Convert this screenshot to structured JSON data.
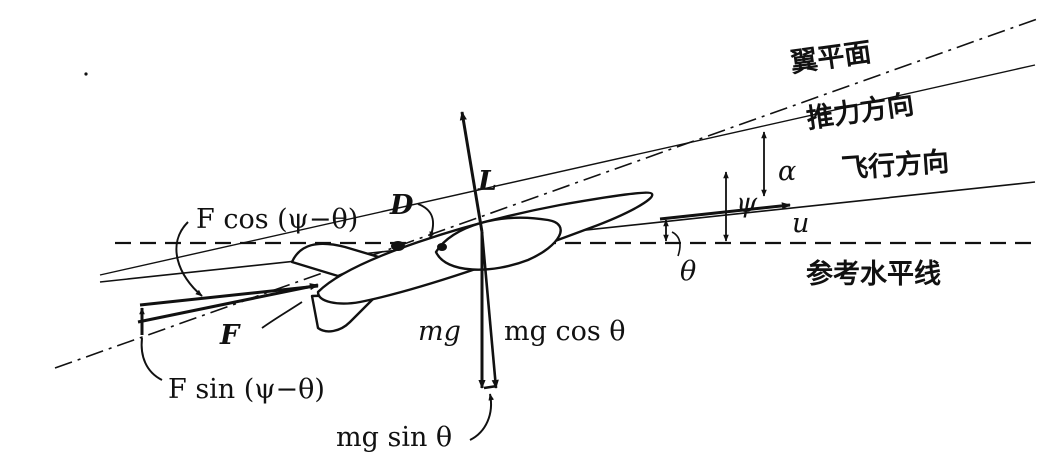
{
  "labels": {
    "wing_plane": "翼平面",
    "thrust_direction": "推力方向",
    "flight_direction": "飞行方向",
    "reference_horizontal": "参考水平线",
    "alpha": "α",
    "psi": "ψ",
    "theta": "θ",
    "u": "u",
    "lift": "L",
    "drag": "D",
    "thrust": "F",
    "thrust_axial": "F cos (ψ−θ)",
    "thrust_normal": "F sin (ψ−θ)",
    "weight": "mg",
    "weight_normal": "mg cos θ",
    "weight_axial": "mg sin θ"
  },
  "colors": {
    "ink": "#111111",
    "background": "#ffffff"
  }
}
